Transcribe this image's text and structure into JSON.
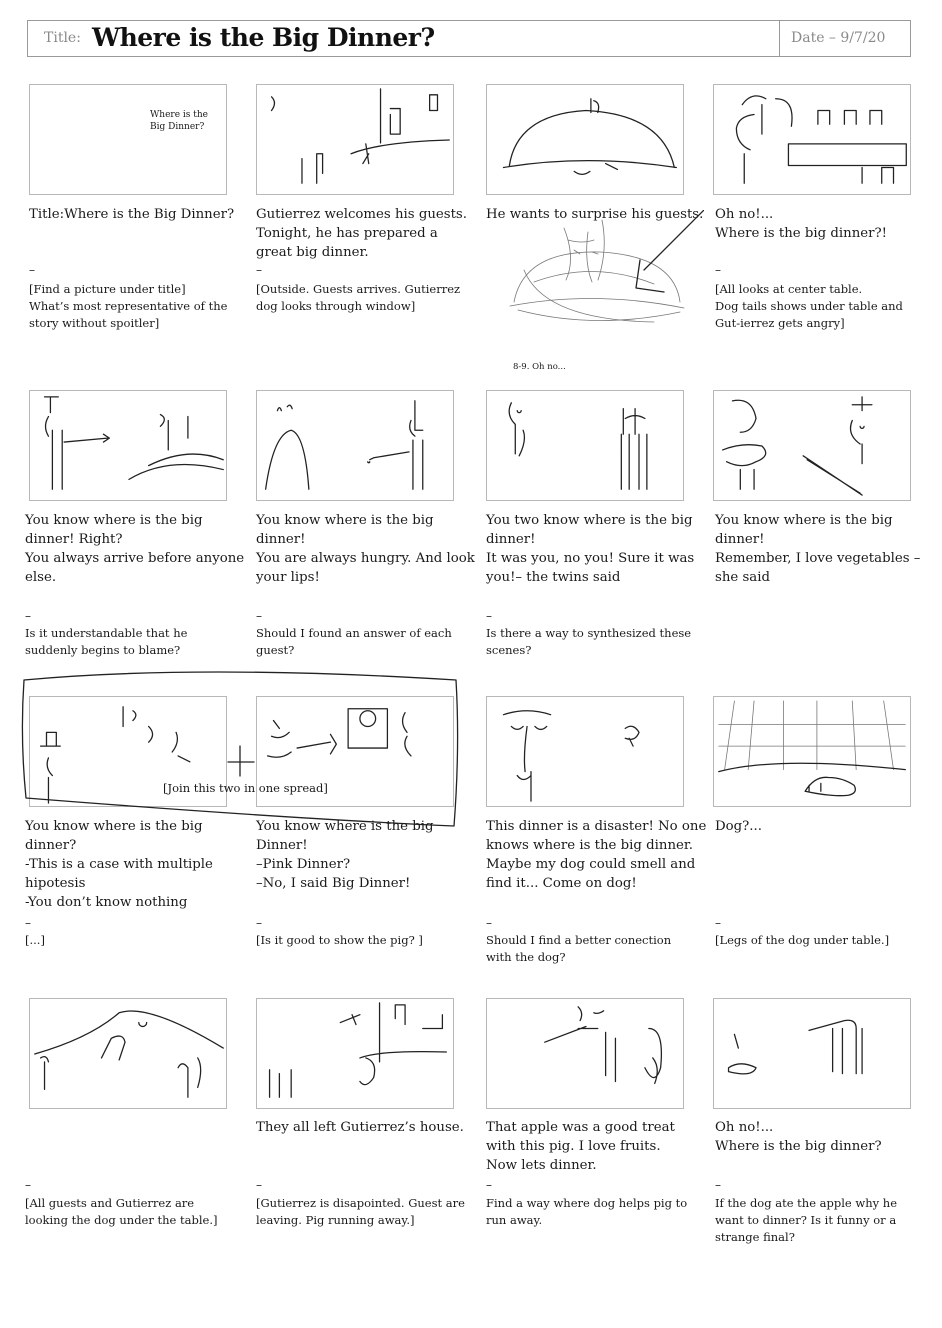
{
  "header": {
    "label": "Title:",
    "title": "Where is the Big Dinner?",
    "date": "Date – 9/7/20"
  },
  "title_card": {
    "caption": "Where is the\nBig Dinner?"
  },
  "inline_sketch_caption": "8-9.    Oh no...",
  "join_note": "[Join this two in one spread]",
  "dash": "–",
  "panels": [
    {
      "dialogue": "Title:Where is the Big Dinner?",
      "note": "[Find a picture under title]\nWhat’s most representative of the story without spoitler]"
    },
    {
      "dialogue": "Gutierrez welcomes his guests. Tonight, he has prepared a great big dinner.",
      "note": "[Outside. Guests arrives. Gutierrez dog looks through window]"
    },
    {
      "dialogue": "He wants to surprise his guests.",
      "note": ""
    },
    {
      "dialogue": "Oh no!...\nWhere is the big dinner?!",
      "note": "[All looks at center table.\nDog tails shows under table and Gut-ierrez gets angry]"
    },
    {
      "dialogue": "You know where is the big dinner! Right?\nYou always arrive before anyone else.",
      "note": "Is it understandable that he suddenly begins to blame?"
    },
    {
      "dialogue": "You know where is the big dinner!\nYou are always hungry. And look your lips!",
      "note": "Should I found an answer of each guest?"
    },
    {
      "dialogue": "You two know where is the big dinner!\nIt was you, no you! Sure it was you!– the twins said",
      "note": "Is there a way to synthesized these scenes?"
    },
    {
      "dialogue": "You know where is the big dinner!\nRemember, I love vegetables – she said",
      "note": ""
    },
    {
      "dialogue": "You know where is the big dinner?\n-This is a case with multiple hipotesis\n-You don’t know nothing",
      "note": "[...]"
    },
    {
      "dialogue": "You know where is the big Dinner!\n–Pink Dinner?\n–No, I said Big Dinner!",
      "note": "[Is it good to show the pig? ]"
    },
    {
      "dialogue": "This dinner is a disaster! No one knows where is the big dinner. Maybe my dog could smell and find it... Come on dog!",
      "note": "Should I find a better conection with the dog?"
    },
    {
      "dialogue": "Dog?...",
      "note": "[Legs of the dog under table.]"
    },
    {
      "dialogue": "",
      "note": "[All guests and Gutierrez are looking the dog under the table.]"
    },
    {
      "dialogue": "They all left Gutierrez’s house.",
      "note": "[Gutierrez is disapointed. Guest are leaving. Pig running away.]"
    },
    {
      "dialogue": "That apple was a good treat with this pig. I love fruits.\nNow lets dinner.",
      "note": "Find a way where dog helps pig to run away."
    },
    {
      "dialogue": "Oh no!...\nWhere is the big dinner?",
      "note": "If the dog ate the apple why he want to dinner? Is it funny or a strange final?"
    }
  ]
}
